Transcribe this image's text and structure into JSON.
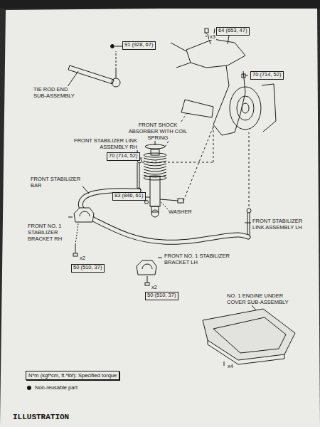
{
  "diagram": {
    "title": "ILLUSTRATION",
    "nodes": [
      {
        "text": [
          "64 (653, 47)"
        ]
      },
      {
        "text": [
          "91 (928, 67)"
        ]
      },
      {
        "text": [
          "70 (714, 52)"
        ]
      },
      {
        "text": [
          "70 (714, 52)"
        ]
      },
      {
        "text": [
          "83 (846, 61)"
        ]
      },
      {
        "text": [
          "50 (510, 37)"
        ]
      },
      {
        "text": [
          "50 (510, 37)"
        ]
      }
    ],
    "labels": [
      "x3",
      "TIE ROD END SUB-ASSEMBLY",
      "FRONT SHOCK ABSORBER WITH COIL SPRING",
      "FRONT STABILIZER LINK ASSEMBLY RH",
      "FRONT STABILIZER BAR",
      "WASHER",
      "FRONT STABILIZER LINK ASSEMBLY LH",
      "FRONT NO. 1 STABILIZER BRACKET RH",
      "x2",
      "FRONT NO. 1 STABILIZER BRACKET LH",
      "x2",
      "NO. 1 ENGINE UNDER COVER SUB-ASSEMBLY",
      "x4"
    ],
    "legend": [
      {
        "text": "N*m (kgf*cm, ft.*lbf): Specified torque"
      },
      {
        "text": "Non-reusable part"
      }
    ]
  }
}
